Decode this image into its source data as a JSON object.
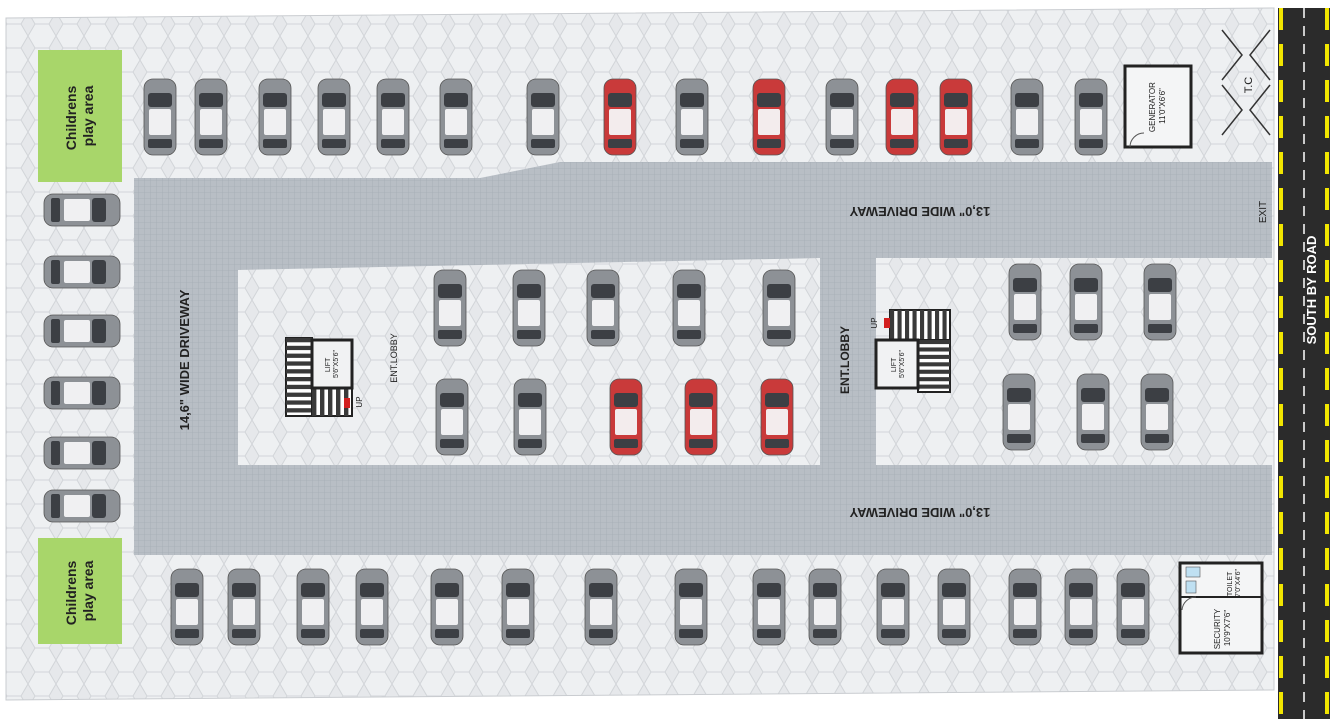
{
  "labels": {
    "play_area_top": [
      "Childrens",
      "play area"
    ],
    "play_area_bottom": [
      "Childrens",
      "play area"
    ],
    "driveway_top": "13,0\" WIDE DRIVEWAY",
    "driveway_bottom": "13,0\" WIDE DRIVEWAY",
    "driveway_left": "14,6\" WIDE DRIVEWAY",
    "road": "SOUTH BY ROAD",
    "exit": "EXIT",
    "tc": "T.C",
    "generator": [
      "GENERATOR",
      "11'0\"X6'6\""
    ],
    "ent_lobby_left": "ENT.LOBBY",
    "ent_lobby_right": "ENT.LOBBY",
    "lift_left": [
      "LIFT",
      "5'6\"X5'6\""
    ],
    "lift_right": [
      "LIFT",
      "5'6\"X5'6\""
    ],
    "up_left": "UP",
    "up_right": "UP",
    "toilet": [
      "TOILET",
      "7'0\"X4'6\""
    ],
    "security": [
      "SECURITY",
      "10'9\"X7'6\""
    ]
  },
  "colors": {
    "background_paving": "#e9ebee",
    "driveway": "#b9bfc6",
    "play_area": "#a8d66a",
    "road": "#2b2b2b",
    "road_marking": "#f2e600",
    "car_grey": "#8d9196",
    "car_red": "#c93a3a",
    "stair": "#3a3a3a"
  },
  "parking": {
    "top_row": [
      "grey",
      "grey",
      "grey",
      "grey",
      "grey",
      "grey",
      "grey",
      "red",
      "grey",
      "red",
      "grey",
      "red",
      "red",
      "grey",
      "grey"
    ],
    "left_column": [
      "grey",
      "grey",
      "grey",
      "grey",
      "grey",
      "grey"
    ],
    "inner_top": [
      "grey",
      "grey",
      "grey",
      "grey",
      "grey"
    ],
    "inner_bottom": [
      "grey",
      "grey",
      "red",
      "red",
      "red"
    ],
    "right_top": [
      "grey",
      "grey",
      "grey"
    ],
    "right_bottom": [
      "grey",
      "grey",
      "grey"
    ],
    "bottom_row": [
      "grey",
      "grey",
      "grey",
      "grey",
      "grey",
      "grey",
      "grey",
      "grey",
      "grey",
      "grey",
      "grey",
      "grey",
      "grey",
      "grey",
      "grey",
      "grey"
    ]
  }
}
